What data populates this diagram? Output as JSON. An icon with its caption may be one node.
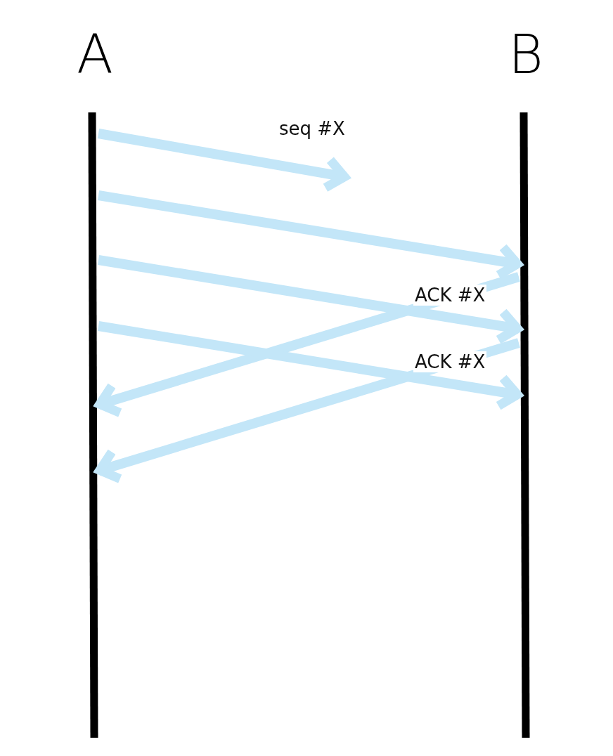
{
  "diagram": {
    "nodes": [
      {
        "text": [
          "A"
        ]
      },
      {
        "text": [
          "B"
        ]
      }
    ],
    "edges": [
      {
        "from": 0,
        "to": null,
        "arrow": "to",
        "label": "seq #X"
      },
      {
        "from": 0,
        "to": 1,
        "arrow": "to"
      },
      {
        "from": 0,
        "to": 1,
        "arrow": "to"
      },
      {
        "from": 1,
        "to": 0,
        "arrow": "to",
        "label": "ACK #X"
      },
      {
        "from": 0,
        "to": 1,
        "arrow": "to"
      },
      {
        "from": 1,
        "to": 0,
        "arrow": "to",
        "label": "ACK #X"
      }
    ]
  }
}
